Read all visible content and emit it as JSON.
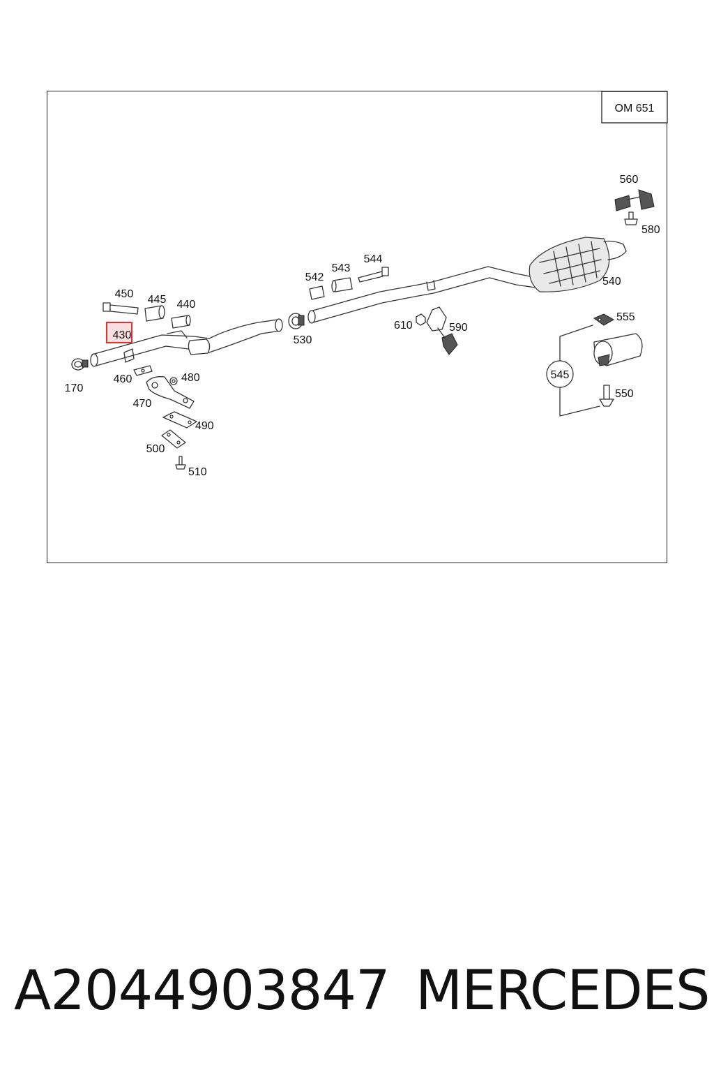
{
  "diagram": {
    "engine_code": "OM 651",
    "highlighted_part": "430",
    "parts": {
      "p170": "170",
      "p430": "430",
      "p440": "440",
      "p445": "445",
      "p450": "450",
      "p460": "460",
      "p470": "470",
      "p480": "480",
      "p490": "490",
      "p500": "500",
      "p510": "510",
      "p530": "530",
      "p540": "540",
      "p542": "542",
      "p543": "543",
      "p544": "544",
      "p545": "545",
      "p550": "550",
      "p555": "555",
      "p560": "560",
      "p580": "580",
      "p590": "590",
      "p610": "610"
    },
    "highlight_color": "#e03030"
  },
  "caption": {
    "part_number": "A2044903847",
    "brand": "MERCEDES"
  }
}
